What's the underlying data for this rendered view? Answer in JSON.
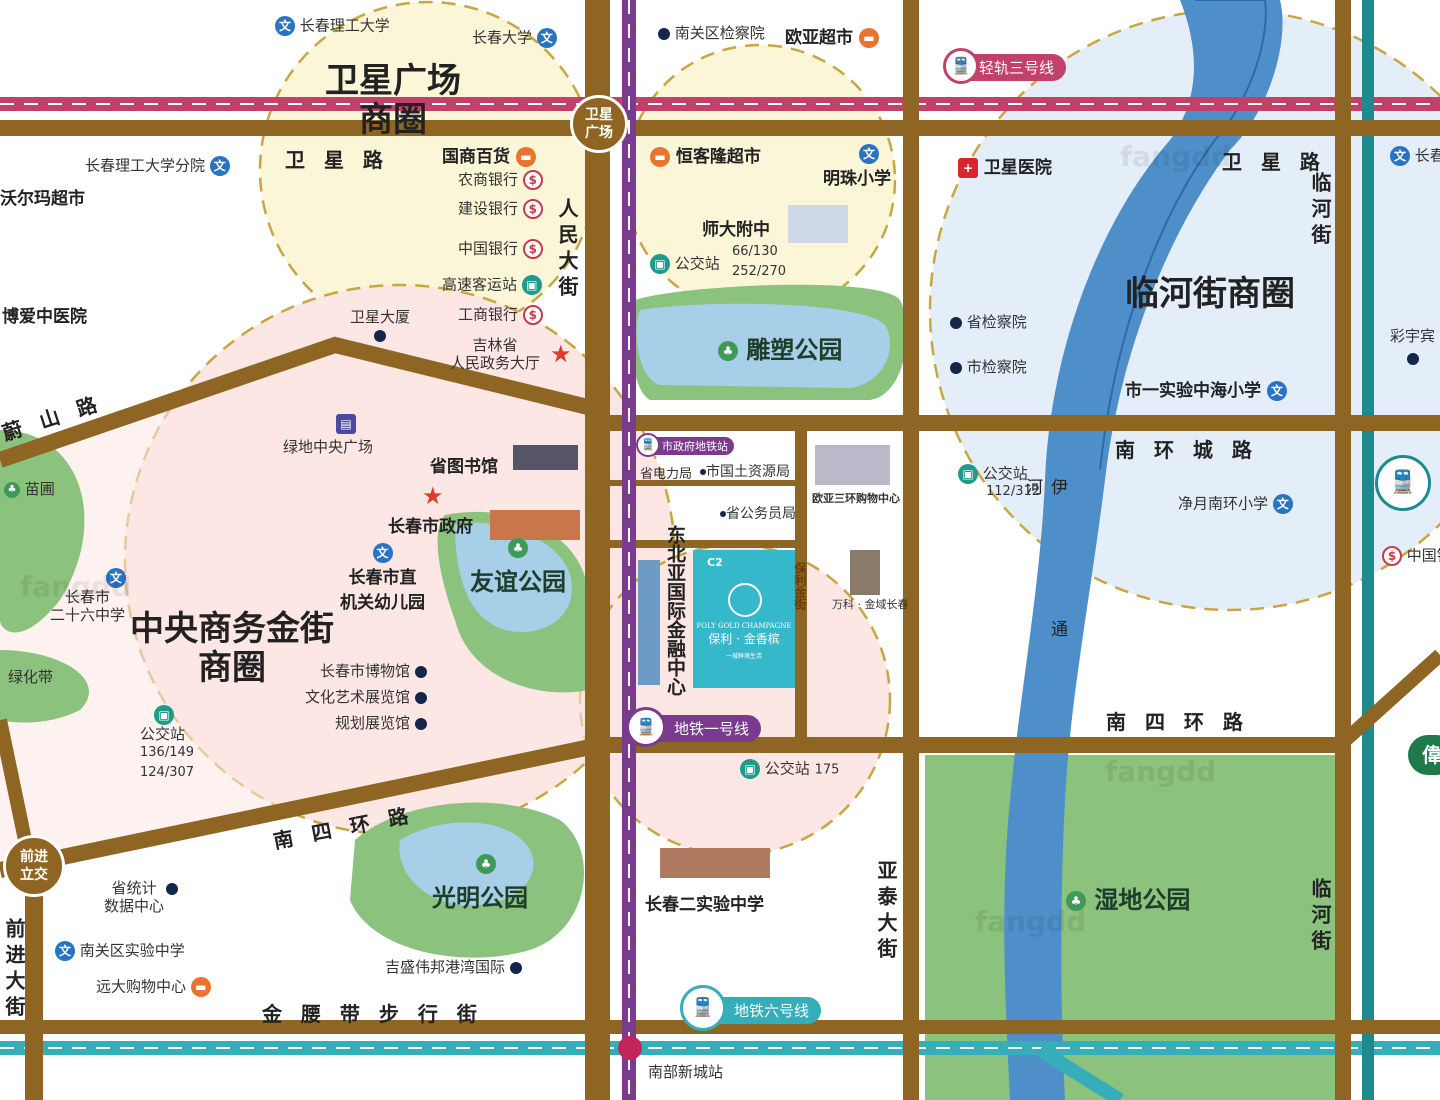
{
  "colors": {
    "road": "#8e6523",
    "rail_red": "#c2416a",
    "rail_metro1": "#7a3b8f",
    "rail_metro6": "#36aeb9",
    "river": "#4f8fc9",
    "park": "#8bc27e",
    "lake": "#a8cfe8",
    "zone_pink": "#fde7e5",
    "zone_beige": "#fbf6d8",
    "zone_blue": "#e4eef8"
  },
  "districts": {
    "weixing": "卫星广场\n商圈",
    "cbd": "中央商务金街\n商圈",
    "linhe": "临河街商圈"
  },
  "roads": {
    "weixing_w": "卫 星 路",
    "weixing_e": "卫 星 路",
    "renmin": "人民大街",
    "weishan": "蔚 山 路",
    "nanhuancheng": "南 环 城 路",
    "nansihuan_w": "南 四 环 路",
    "nansihuan_e": "南 四 环 路",
    "jinyaodai": "金 腰 带 步 行 街",
    "qianjin": "前进大街",
    "yatai": "亚泰大街",
    "linhe_n": "临河街",
    "linhe_s": "临河街",
    "river": "伊通河",
    "dongbeiya": "东北亚国际金融中心",
    "baoli": "保利金街"
  },
  "nodes": {
    "weixing_square": "卫星\n广场",
    "qianjin_interchange": "前进\n立交"
  },
  "transit": {
    "light_rail_3": "轻轨三号线",
    "metro_1": "地铁一号线",
    "metro_6": "地铁六号线",
    "city_hall_station": "市政府地铁站",
    "nanbu_station": "南部新城站"
  },
  "parks": {
    "diaosu": "雕塑公园",
    "youyi": "友谊公园",
    "guangming": "光明公园",
    "shidi": "湿地公园",
    "miaopu": "苗圃",
    "lvhuadai": "绿化带"
  },
  "bus_stops": {
    "b1": {
      "name": "公交站",
      "routes": "66/130\n252/270"
    },
    "b2": {
      "name": "公交站",
      "routes": "112/312"
    },
    "b3": {
      "name": "公交站",
      "routes": "136/149\n124/307"
    },
    "b4": {
      "name": "公交站",
      "routes": "175"
    }
  },
  "pois": {
    "cc_ligong": "长春理工大学",
    "cc_daxue": "长春大学",
    "nanguan_jcy": "南关区检察院",
    "ouya": "欧亚超市",
    "ligong_fenyuan": "长春理工大学分院",
    "woerma": "沃尔玛超市",
    "guoshang": "国商百货",
    "nongshang": "农商银行",
    "jianshe": "建设银行",
    "zhongguo": "中国银行",
    "gaosu": "高速客运站",
    "gongshang": "工商银行",
    "weixing_dasha": "卫星大厦",
    "zhengwu": "吉林省\n人民政务大厅",
    "boai": "博爱中医院",
    "hengkelong": "恒客隆超市",
    "mingzhu": "明珠小学",
    "shida": "师大附中",
    "weixing_yy": "卫星医院",
    "sheng_jcy": "省检察院",
    "shi_jcy": "市检察院",
    "shiyi": "市一实验中海小学",
    "changqing": "长春",
    "caiyu": "彩宇宾",
    "lvdi": "绿地中央广场",
    "shengtu": "省图书馆",
    "sheng_dl": "省电力局",
    "shi_gt": "市国土资源局",
    "sheng_gwy": "省公务员局",
    "ouya3": "欧亚三环购物中心",
    "cc_zf": "长春市政府",
    "jingyue": "净月南环小学",
    "zhongguo_e": "中国银",
    "youer": "长春市直\n机关幼儿园",
    "er_shiliu": "长春市\n二十六中学",
    "bowuguan": "长春市博物馆",
    "wenhua": "文化艺术展览馆",
    "guihua": "规划展览馆",
    "wanke": "万科 · 金域长春",
    "er_shiyan": "长春二实验中学",
    "shengtongji": "省统计\n数据中心",
    "nanguan_sy": "南关区实验中学",
    "yuanda": "远大购物中心",
    "jisheng": "吉盛伟邦港湾国际"
  },
  "project": {
    "code": "C2",
    "en": "POLY GOLD CHAMPAGNE",
    "cn": "保利 · 金香槟",
    "sub": "一城鲜境生活"
  },
  "watermark": "fangdd"
}
